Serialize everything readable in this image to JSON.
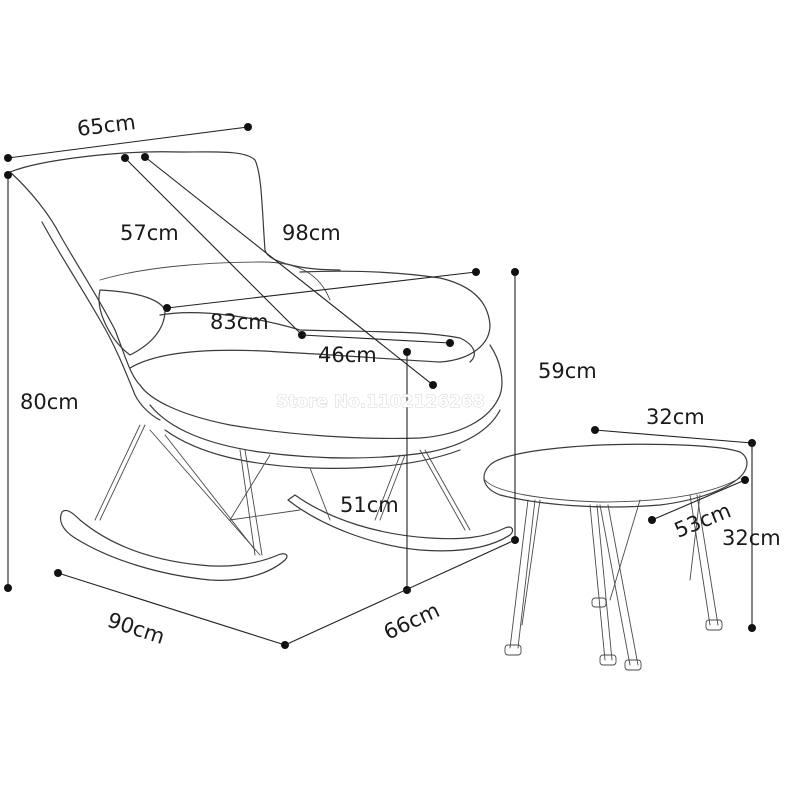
{
  "dimensions": {
    "chair_width": "65cm",
    "seat_depth": "57cm",
    "back_height": "98cm",
    "seat_width": "83cm",
    "cushion_depth": "46cm",
    "total_height": "80cm",
    "armrest_height": "59cm",
    "seat_height": "51cm",
    "rocker_length": "90cm",
    "base_width": "66cm",
    "stool_width": "32cm",
    "stool_depth": "53cm",
    "stool_height": "32cm"
  },
  "watermark": "Store No.1102126268",
  "colors": {
    "line": "#3a3a3a",
    "dot": "#111111",
    "background": "#ffffff"
  }
}
